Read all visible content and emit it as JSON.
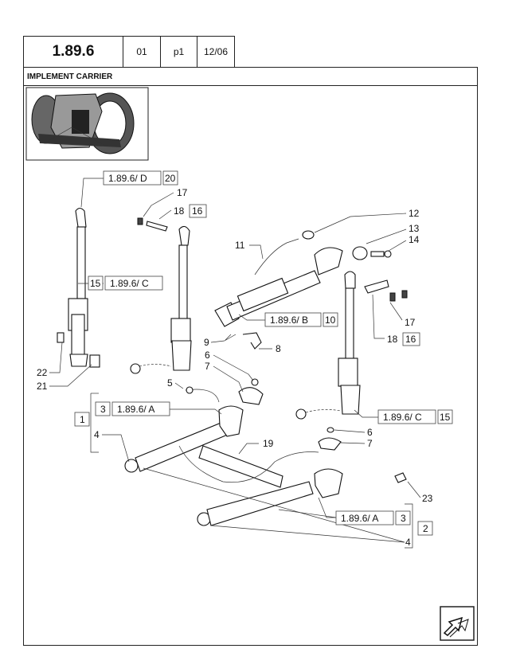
{
  "header": {
    "page_number": "1.89.6",
    "cell_2": "01",
    "cell_3": "p1",
    "date": "12/06"
  },
  "section_title": "IMPLEMENT CARRIER",
  "callouts": {
    "c1": "1.89.6/ D",
    "c1n": "20",
    "c2": "17",
    "c3": "18",
    "c3n": "16",
    "c4": "12",
    "c5": "13",
    "c6": "14",
    "c7": "11",
    "c8": "15",
    "c8r": "1.89.6/ C",
    "c9": "1.89.6/ B",
    "c9n": "10",
    "c10": "9",
    "c11": "8",
    "c12": "6",
    "c13": "7",
    "c14": "17",
    "c15": "18",
    "c15n": "16",
    "c16": "22",
    "c17": "21",
    "c18": "5",
    "c19n": "3",
    "c19": "1.89.6/ A",
    "c20": "1",
    "c21": "4",
    "c22": "1.89.6/ C",
    "c22n": "15",
    "c23": "6",
    "c24": "7",
    "c25": "19",
    "c26": "23",
    "c27": "1.89.6/ A",
    "c27n": "3",
    "c28": "2",
    "c29": "4"
  },
  "icons": {
    "thumbnail": "tractor-rear-thumbnail-icon",
    "nav": "next-page-arrow-icon"
  }
}
